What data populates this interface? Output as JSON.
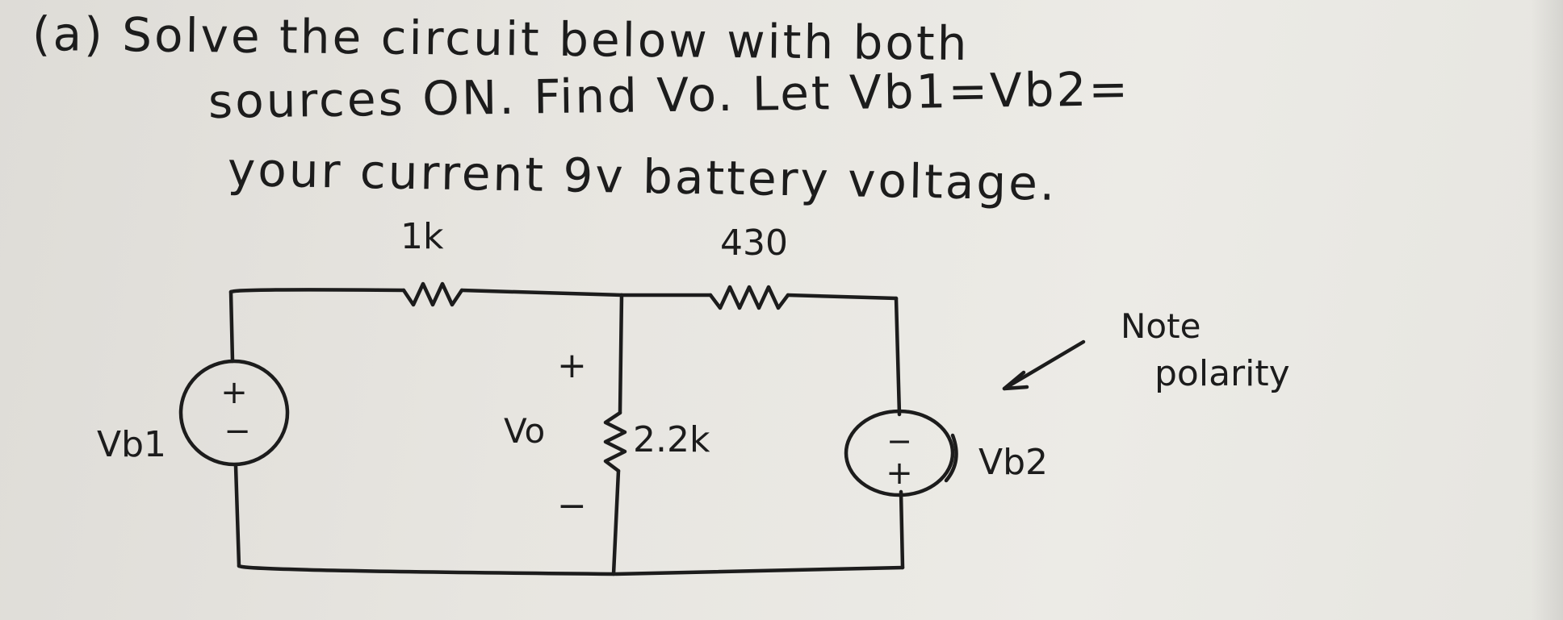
{
  "question": {
    "line1": "(a) Solve the circuit below with both",
    "line2": "sources ON. Find Vo. Let Vb1=Vb2=",
    "line3": "your current 9v battery voltage."
  },
  "circuit": {
    "r1_label": "1k",
    "r2_label": "430",
    "r3_label": "2.2k",
    "source1_label": "Vb1",
    "source2_label": "Vb2",
    "output_label": "Vo",
    "output_plus": "+",
    "output_minus": "−",
    "source1_plus": "+",
    "source1_minus": "−",
    "source2_minus": "−",
    "source2_plus": "+"
  },
  "note": {
    "line1": "Note",
    "line2": "polarity"
  },
  "colors": {
    "ink": "#1c1c1c",
    "paper": "#e9e7e2"
  }
}
